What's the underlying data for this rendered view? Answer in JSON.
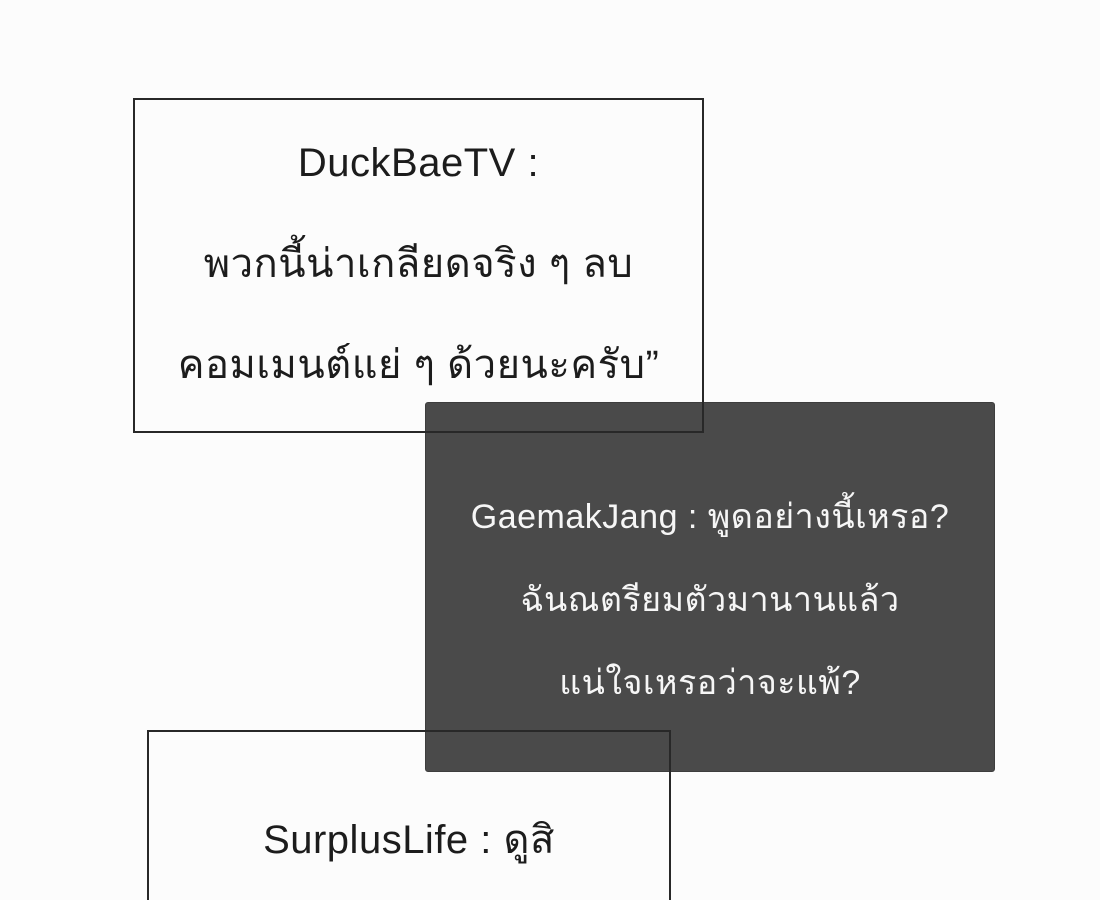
{
  "page": {
    "description": "comic-panel-with-chat-comment-speech-boxes"
  },
  "colors": {
    "page_bg": "#fcfcfc",
    "box_border": "#282828",
    "dark_box_bg": "#4a4a4a",
    "dark_box_edge": "#3d3d3d",
    "dark_box_text": "#f6f6f6",
    "light_box_text": "#1c1c1c"
  },
  "panels": [
    {
      "id": "duckbae",
      "style": "light-bordered",
      "lines": [
        "DuckBaeTV :",
        "พวกนี้น่าเกลียดจริง ๆ ลบ",
        "คอมเมนต์แย่ ๆ ด้วยนะครับ”"
      ]
    },
    {
      "id": "gaemakjang",
      "style": "dark-filled",
      "lines": [
        "GaemakJang : พูดอย่างนี้เหรอ?",
        "ฉันณตรียมตัวมานานแล้ว",
        "แน่ใจเหรอว่าจะแพ้?"
      ]
    },
    {
      "id": "surpluslife",
      "style": "light-bordered",
      "lines": [
        "SurplusLife : ดูสิ"
      ]
    }
  ]
}
